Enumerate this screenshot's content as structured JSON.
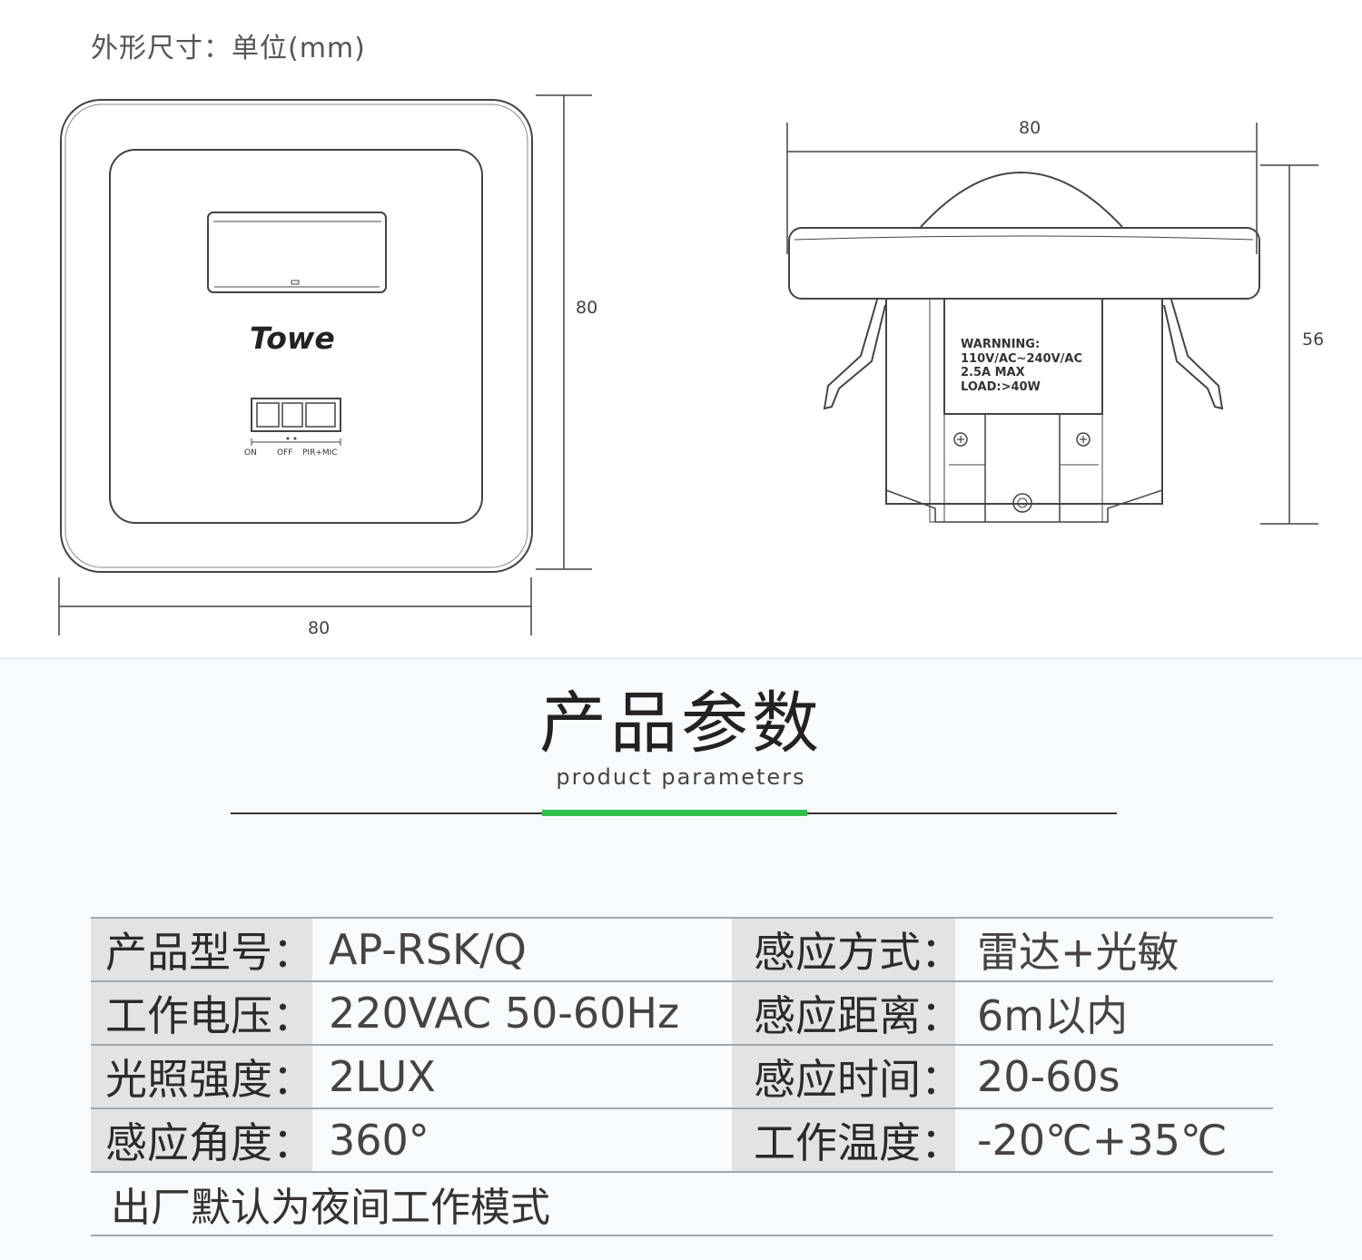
{
  "dimensions": {
    "unit_label": "外形尺寸：单位(mm)",
    "front_width": "80",
    "front_height": "80",
    "side_width": "80",
    "side_height": "56",
    "brand": "Towe",
    "switch_labels": [
      "ON",
      "OFF",
      "PIR+MIC"
    ],
    "warning_lines": [
      "WARNNING:",
      "110V/AC~240V/AC",
      "2.5A MAX",
      "LOAD:>40W"
    ]
  },
  "params": {
    "title": "产品参数",
    "subtitle": "product parameters",
    "accent_color": "#2fc14a",
    "rows": [
      {
        "label1": "产品型号：",
        "value1": "AP-RSK/Q",
        "label2": "感应方式：",
        "value2": "雷达+光敏"
      },
      {
        "label1": "工作电压：",
        "value1": "220VAC 50-60Hz",
        "label2": "感应距离：",
        "value2": "6m以内"
      },
      {
        "label1": "光照强度：",
        "value1": "2LUX",
        "label2": "感应时间：",
        "value2": "20-60s"
      },
      {
        "label1": "感应角度：",
        "value1": "360°",
        "label2": "工作温度：",
        "value2": "-20℃+35℃"
      }
    ],
    "note": "出厂默认为夜间工作模式"
  }
}
